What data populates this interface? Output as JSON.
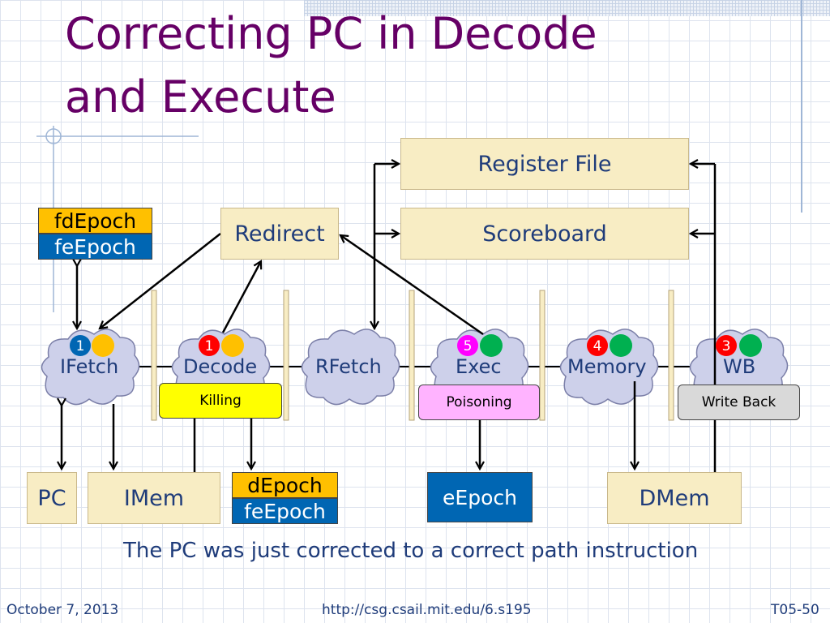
{
  "title_line1": "Correcting PC in Decode",
  "title_line2": "and Execute",
  "top_boxes": {
    "register_file": "Register File",
    "scoreboard": "Scoreboard",
    "redirect": "Redirect"
  },
  "epoch_registers": {
    "fetch": [
      "fdEpoch",
      "feEpoch"
    ],
    "decode": [
      "dEpoch",
      "feEpoch"
    ],
    "execute": "eEpoch"
  },
  "stages": [
    {
      "label": "IFetch",
      "badge": "1",
      "badge_color": "#0066b3",
      "dot_color": "#ffc000"
    },
    {
      "label": "Decode",
      "badge": "1",
      "badge_color": "#ff0000",
      "dot_color": "#ffc000"
    },
    {
      "label": "RFetch"
    },
    {
      "label": "Exec",
      "badge": "5",
      "badge_color": "#ff00ff",
      "dot_color": "#00b050"
    },
    {
      "label": "Memory",
      "badge": "4",
      "badge_color": "#ff0000",
      "dot_color": "#00b050"
    },
    {
      "label": "WB",
      "badge": "3",
      "badge_color": "#ff0000",
      "dot_color": "#00b050"
    }
  ],
  "stage_notes": {
    "killing": {
      "text": "Killing",
      "color": "#ffff00"
    },
    "poisoning": {
      "text": "Poisoning",
      "color": "#ffb3ff"
    },
    "write_back": {
      "text": "Write Back",
      "color": "#d9d9d9"
    }
  },
  "memories": {
    "pc": "PC",
    "imem": "IMem",
    "dmem": "DMem"
  },
  "caption": "The PC was just corrected to a correct path instruction",
  "footer": {
    "date": "October 7, 2013",
    "url": "http://csg.csail.mit.edu/6.s195",
    "slide": "T05-50"
  }
}
